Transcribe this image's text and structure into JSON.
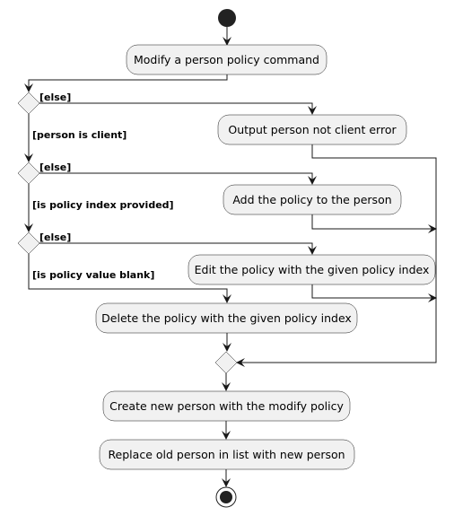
{
  "diagram": {
    "actions": {
      "modify_command": "Modify a person policy command",
      "not_client_error": "Output person not client error",
      "add_policy": "Add the policy to the person",
      "edit_policy": "Edit the policy with the given policy index",
      "delete_policy": "Delete the policy with the given policy index",
      "create_person": "Create new person with the modify policy",
      "replace_person": "Replace old person in list with new person"
    },
    "guards": {
      "else_1": "[else]",
      "person_is_client": "[person is client]",
      "else_2": "[else]",
      "policy_index_provided": "[is policy index provided]",
      "else_3": "[else]",
      "policy_value_blank": "[is policy value blank]"
    }
  }
}
